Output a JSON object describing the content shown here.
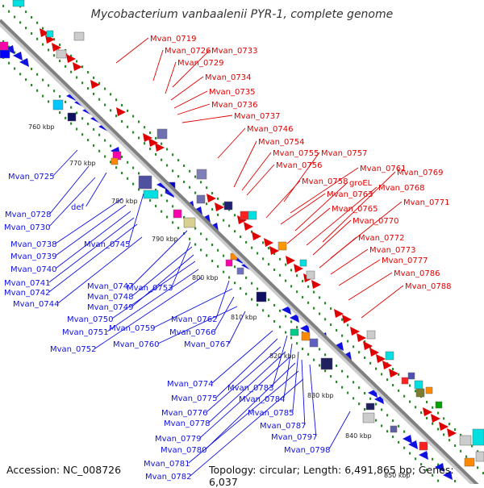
{
  "title": "Mycobacterium vanbaalenii PYR-1, complete genome",
  "accession": "Accession: NC_008726",
  "summary": "Topology: circular; Length: 6,491,865 bp; Genes: 6,037",
  "colors": {
    "forward": "#e00000",
    "reverse": "#1010e0",
    "backbone": "#888888",
    "ticks": "#2a8a2a"
  },
  "kbp_labels": [
    "760 kbp",
    "770 kbp",
    "780 kbp",
    "790 kbp",
    "800 kbp",
    "810 kbp",
    "820 kbp",
    "830 kbp",
    "840 kbp",
    "850 kbp"
  ],
  "red_genes": [
    "Mvan_0719",
    "Mvan_0726",
    "Mvan_0733",
    "Mvan_0729",
    "Mvan_0734",
    "Mvan_0735",
    "Mvan_0736",
    "Mvan_0737",
    "Mvan_0746",
    "Mvan_0754",
    "Mvan_0755",
    "Mvan_0757",
    "Mvan_0756",
    "Mvan_0761",
    "Mvan_0758",
    "Mvan_0769",
    "groEL",
    "Mvan_0768",
    "Mvan_0763",
    "Mvan_0771",
    "Mvan_0765",
    "Mvan_0770",
    "Mvan_0772",
    "Mvan_0773",
    "Mvan_0777",
    "Mvan_0786",
    "Mvan_0788"
  ],
  "blue_genes": [
    "Mvan_0725",
    "def",
    "Mvan_0728",
    "Mvan_0730",
    "Mvan_0738",
    "Mvan_0745",
    "Mvan_0739",
    "Mvan_0740",
    "Mvan_0741",
    "Mvan_0742",
    "Mvan_0747",
    "Mvan_0753",
    "Mvan_0744",
    "Mvan_0748",
    "Mvan_0749",
    "Mvan_0750",
    "Mvan_0762",
    "Mvan_0751",
    "Mvan_0759",
    "Mvan_0766",
    "Mvan_0752",
    "Mvan_0760",
    "Mvan_0767",
    "Mvan_0774",
    "Mvan_0783",
    "Mvan_0775",
    "Mvan_0784",
    "Mvan_0776",
    "Mvan_0785",
    "Mvan_0778",
    "Mvan_0787",
    "Mvan_0779",
    "Mvan_0797",
    "Mvan_0780",
    "Mvan_0798",
    "Mvan_0781",
    "Mvan_0782"
  ]
}
